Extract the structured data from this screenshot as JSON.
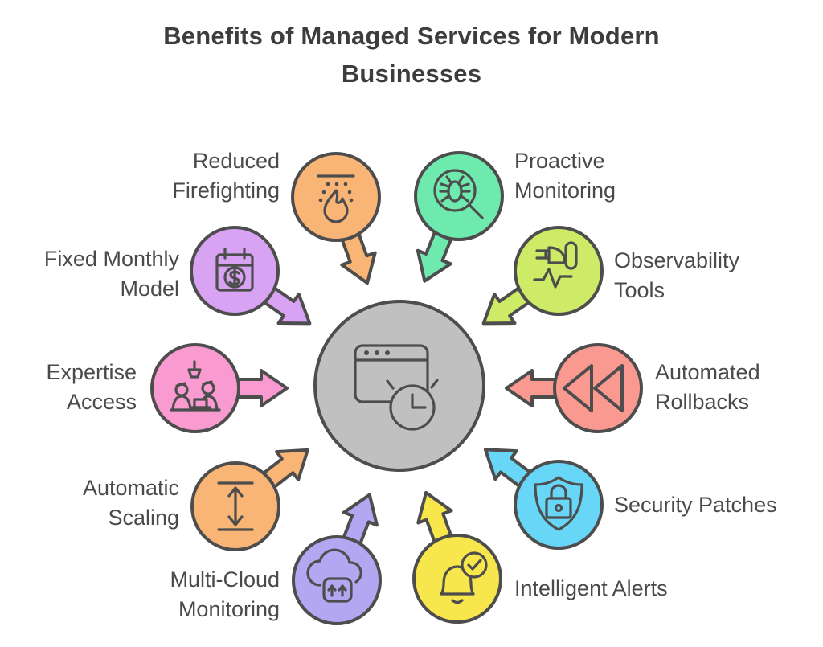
{
  "title": "Benefits of Managed Services for Modern Businesses",
  "colors": {
    "hub_fill": "#C1C0C1",
    "outline": "#4D4D4D",
    "label_text": "#4A4A4A",
    "title_text": "#3D3D3D",
    "background": "#FFFFFF"
  },
  "center": {
    "icon": "browser-clock-icon"
  },
  "nodes": [
    {
      "id": "reduced-firefighting",
      "label": "Reduced\nFirefighting",
      "icon": "fire-sprinkler-icon",
      "color": "#F8B576"
    },
    {
      "id": "proactive-monitoring",
      "label": "Proactive\nMonitoring",
      "icon": "bug-magnifier-icon",
      "color": "#6FEAAE"
    },
    {
      "id": "fixed-monthly-model",
      "label": "Fixed Monthly\nModel",
      "icon": "calendar-dollar-icon",
      "color": "#D8A3F2"
    },
    {
      "id": "observability-tools",
      "label": "Observability\nTools",
      "icon": "scope-pulse-icon",
      "color": "#CDEB66"
    },
    {
      "id": "expertise-access",
      "label": "Expertise\nAccess",
      "icon": "team-desk-icon",
      "color": "#F99BD0"
    },
    {
      "id": "automated-rollbacks",
      "label": "Automated\nRollbacks",
      "icon": "rewind-icon",
      "color": "#F9998F"
    },
    {
      "id": "automatic-scaling",
      "label": "Automatic\nScaling",
      "icon": "vertical-scale-icon",
      "color": "#F8B576"
    },
    {
      "id": "security-patches",
      "label": "Security Patches",
      "icon": "shield-lock-icon",
      "color": "#67D6F7"
    },
    {
      "id": "multi-cloud-monitoring",
      "label": "Multi-Cloud\nMonitoring",
      "icon": "cloud-sync-icon",
      "color": "#B4A7F1"
    },
    {
      "id": "intelligent-alerts",
      "label": "Intelligent Alerts",
      "icon": "bell-check-icon",
      "color": "#F7E74D"
    }
  ]
}
